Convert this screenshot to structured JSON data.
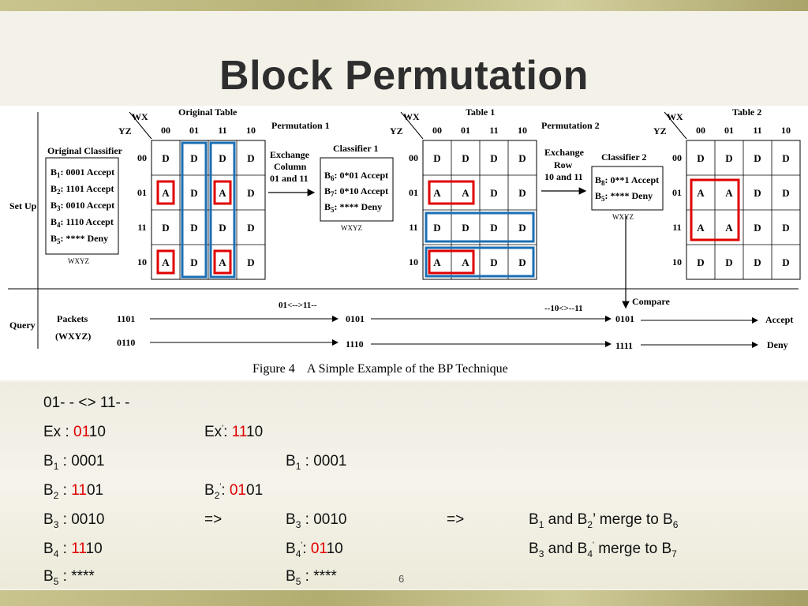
{
  "slide": {
    "title": "Block Permutation",
    "page_number": "6"
  },
  "figure": {
    "caption": "Figure 4    A Simple Example of the BP Technique",
    "row_labels": {
      "setup": "Set Up",
      "query": "Query"
    },
    "axis": {
      "wx": "WX",
      "yz": "YZ"
    },
    "col_heads": [
      "00",
      "01",
      "11",
      "10"
    ],
    "row_heads": [
      "00",
      "01",
      "11",
      "10"
    ],
    "original_table": {
      "title": "Original Table",
      "cells": [
        [
          "D",
          "D",
          "D",
          "D"
        ],
        [
          "A",
          "D",
          "A",
          "D"
        ],
        [
          "D",
          "D",
          "D",
          "D"
        ],
        [
          "A",
          "D",
          "A",
          "D"
        ]
      ]
    },
    "table1": {
      "title": "Table 1",
      "cells": [
        [
          "D",
          "D",
          "D",
          "D"
        ],
        [
          "A",
          "A",
          "D",
          "D"
        ],
        [
          "D",
          "D",
          "D",
          "D"
        ],
        [
          "A",
          "A",
          "D",
          "D"
        ]
      ]
    },
    "table2": {
      "title": "Table 2",
      "cells": [
        [
          "D",
          "D",
          "D",
          "D"
        ],
        [
          "A",
          "A",
          "D",
          "D"
        ],
        [
          "A",
          "A",
          "D",
          "D"
        ],
        [
          "D",
          "D",
          "D",
          "D"
        ]
      ]
    },
    "original_classifier": {
      "title": "Original Classifier",
      "rules": [
        {
          "name": "B",
          "sub": "1",
          "text": ":  0001 Accept"
        },
        {
          "name": "B",
          "sub": "2",
          "text": ":  1101 Accept"
        },
        {
          "name": "B",
          "sub": "3",
          "text": ":  0010 Accept"
        },
        {
          "name": "B",
          "sub": "4",
          "text": ":  1110 Accept"
        },
        {
          "name": "B",
          "sub": "5",
          "text": ":  **** Deny"
        }
      ],
      "footer": "WXYZ"
    },
    "permutation1": {
      "title": "Permutation 1",
      "line1": "Exchange",
      "line2": "Column",
      "line3": "01 and 11"
    },
    "classifier1": {
      "title": "Classifier 1",
      "rules": [
        {
          "name": "B",
          "sub": "6",
          "text": ":  0*01 Accept"
        },
        {
          "name": "B",
          "sub": "7",
          "text": ":  0*10 Accept"
        },
        {
          "name": "B",
          "sub": "5",
          "text": ":  **** Deny"
        }
      ],
      "footer": "WXYZ"
    },
    "permutation2": {
      "title": "Permutation 2",
      "line1": "Exchange",
      "line2": "Row",
      "line3": "10 and 11"
    },
    "classifier2": {
      "title": "Classifier 2",
      "rules": [
        {
          "name": "B",
          "sub": "8",
          "text": ":  0**1 Accept"
        },
        {
          "name": "B",
          "sub": "5",
          "text": ":  **** Deny"
        }
      ],
      "footer": "WXYZ"
    },
    "query": {
      "packets_label": "Packets",
      "wxyz_label": "(WXYZ)",
      "step1_label": "01<-->11--",
      "step2_label": "--10<>--11",
      "compare_label": "Compare",
      "rows": [
        {
          "in": "1101",
          "mid": "0101",
          "out": "0101",
          "result": "Accept"
        },
        {
          "in": "0110",
          "mid": "1110",
          "out": "1111",
          "result": "Deny"
        }
      ]
    }
  },
  "notes": {
    "line1": "01- - <> 11- -",
    "ex": {
      "label": "Ex : ",
      "red": "01",
      "rest": "10"
    },
    "ex_prime": {
      "label": "Ex",
      "mark": "'",
      "colon": ": ",
      "red": "11",
      "rest": "10"
    },
    "b1": {
      "name": "B",
      "sub": "1",
      "plain": " : 0001"
    },
    "b1_new": {
      "name": "B",
      "sub": "1",
      "plain": " : 0001"
    },
    "b2": {
      "name": "B",
      "sub": "2",
      "colon": " : ",
      "red": "11",
      "rest": "01"
    },
    "b2_new": {
      "name": "B",
      "sub": "2",
      "mark": "'",
      "colon": ": ",
      "red": "01",
      "rest": "01"
    },
    "b3": {
      "name": "B",
      "sub": "3",
      "plain": " : 0010"
    },
    "arrow": "=>",
    "b3_new": {
      "name": "B",
      "sub": "3",
      "plain": " : 0010"
    },
    "arrow2": "=>",
    "merge1": {
      "b_a": "B",
      "sub_a": "1",
      "mid": " and B",
      "sub_b": "2",
      "tail": "’ merge to B",
      "sub_c": "6"
    },
    "b4": {
      "name": "B",
      "sub": "4",
      "colon": " : ",
      "red": "11",
      "rest": "10"
    },
    "b4_new": {
      "name": "B",
      "sub": "4",
      "mark": "'",
      "colon": ": ",
      "red": "01",
      "rest": "10"
    },
    "merge2": {
      "b_a": "B",
      "sub_a": "3",
      "mid": " and B",
      "sub_b": "4",
      "mark": "'",
      "tail": " merge to B",
      "sub_c": "7"
    },
    "b5": {
      "name": "B",
      "sub": "5",
      "plain": " : ****"
    },
    "b5_new": {
      "name": "B",
      "sub": "5",
      "plain": " : ****"
    }
  },
  "colors": {
    "red_highlight": "#e00000",
    "blue_highlight": "#1a6fb5",
    "red_text": "#e00000"
  }
}
